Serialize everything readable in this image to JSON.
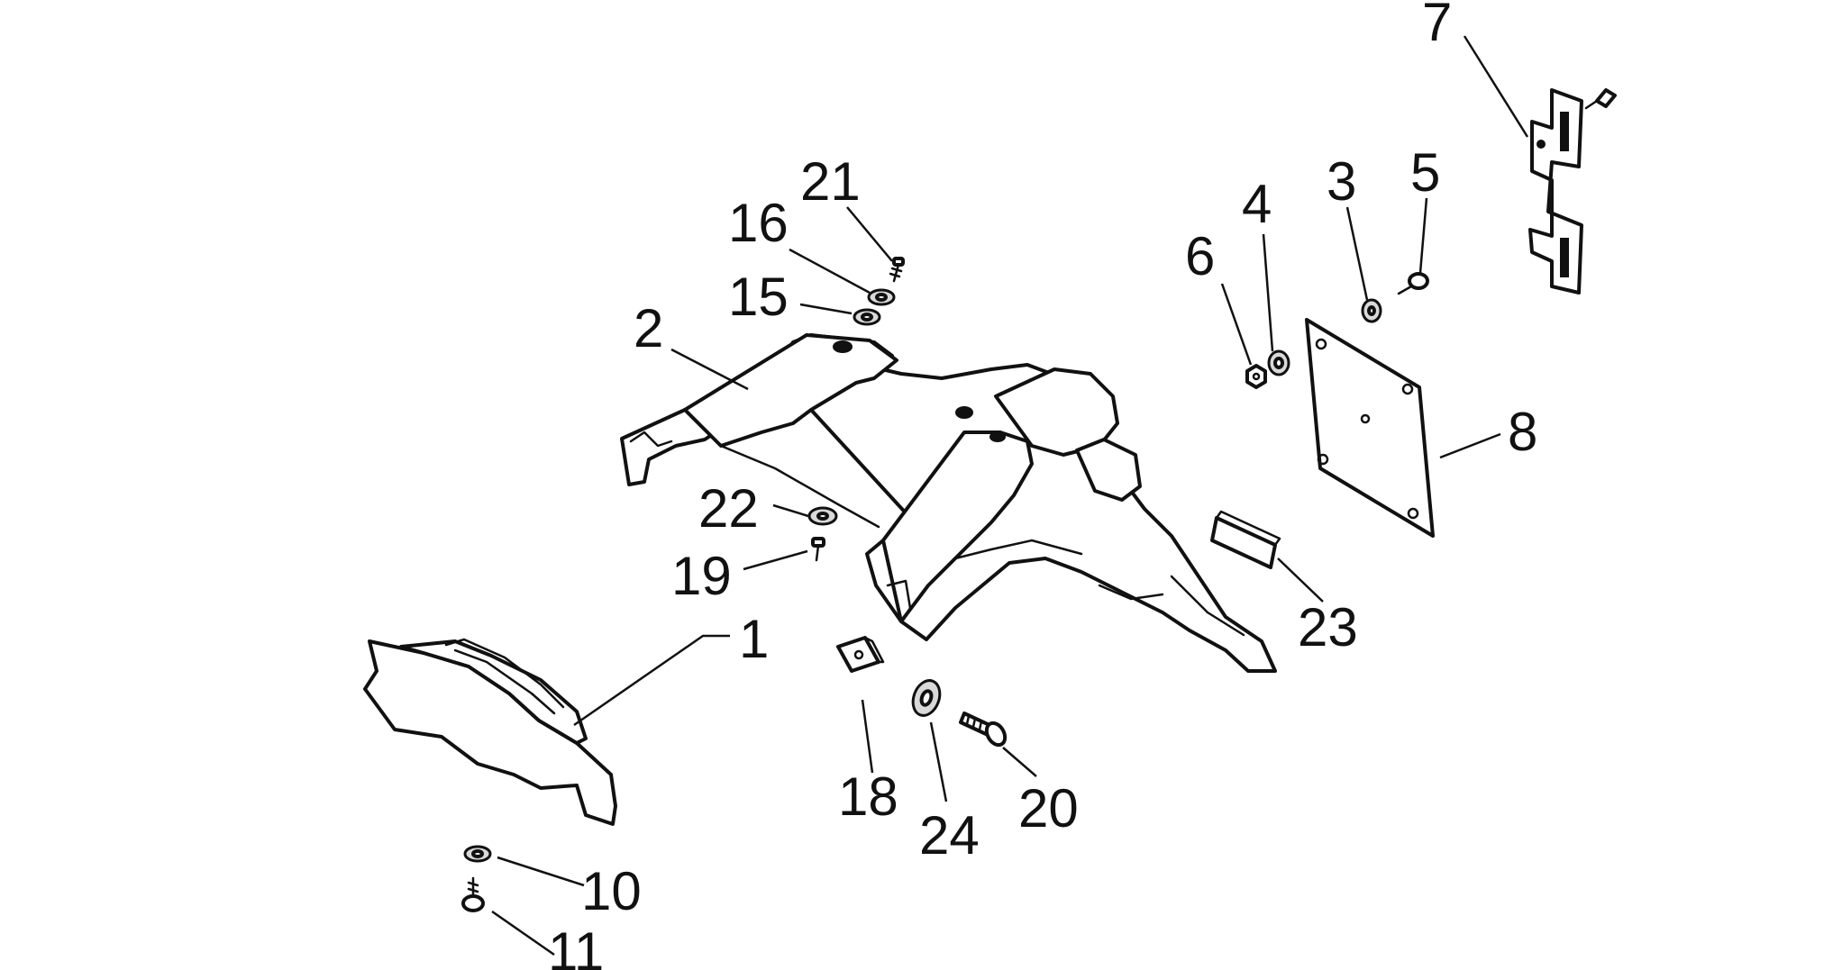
{
  "callouts": [
    "1",
    "2",
    "3",
    "4",
    "5",
    "6",
    "7",
    "8",
    "10",
    "11",
    "15",
    "16",
    "18",
    "19",
    "20",
    "21",
    "22",
    "23",
    "24"
  ],
  "colors": {
    "ink": "#111111",
    "background": "#ffffff",
    "washer_fill": "#d9d9d9"
  }
}
